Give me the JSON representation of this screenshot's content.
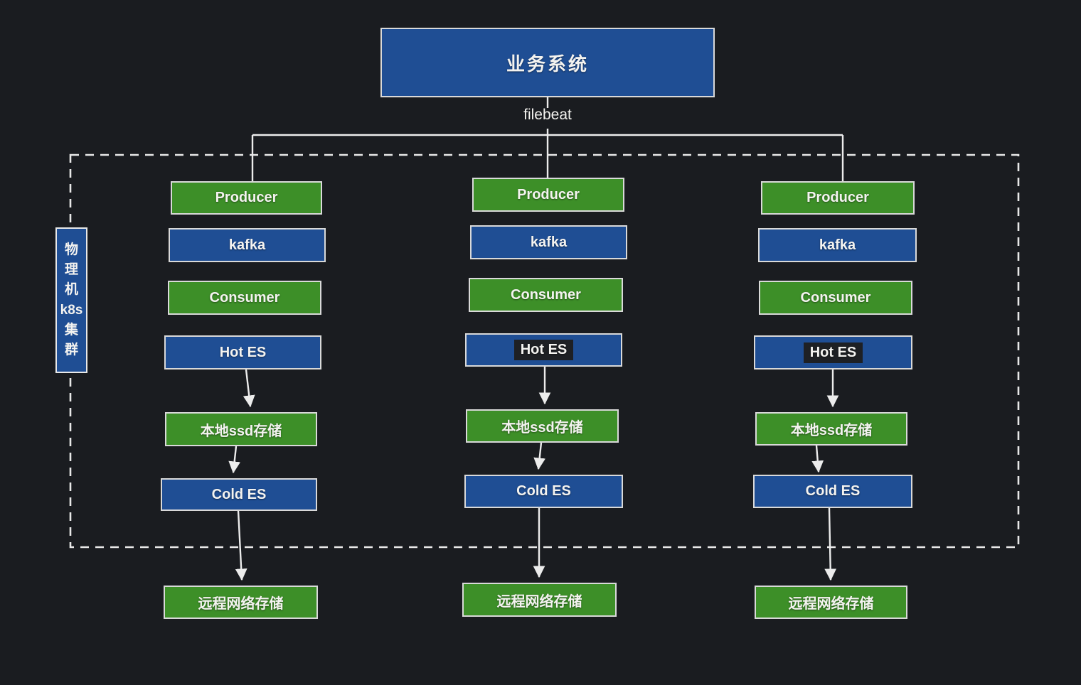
{
  "diagram": {
    "root_label": "业务系统",
    "filebeat_label": "filebeat",
    "cluster": {
      "label": "物理机k8s集群",
      "lines": [
        "物",
        "理",
        "机",
        "k8s",
        "集",
        "群"
      ]
    },
    "columns": [
      {
        "name": "left",
        "nodes": [
          {
            "label": "Producer"
          },
          {
            "label": "kafka"
          },
          {
            "label": "Consumer"
          },
          {
            "label": "Hot ES"
          },
          {
            "label": "本地ssd存储"
          },
          {
            "label": "Cold ES"
          },
          {
            "label": "远程网络存储"
          }
        ]
      },
      {
        "name": "middle",
        "nodes": [
          {
            "label": "Producer"
          },
          {
            "label": "kafka"
          },
          {
            "label": "Consumer"
          },
          {
            "label": "Hot ES"
          },
          {
            "label": "本地ssd存储"
          },
          {
            "label": "Cold ES"
          },
          {
            "label": "远程网络存储"
          }
        ]
      },
      {
        "name": "right",
        "nodes": [
          {
            "label": "Producer"
          },
          {
            "label": "kafka"
          },
          {
            "label": "Consumer"
          },
          {
            "label": "Hot ES"
          },
          {
            "label": "本地ssd存储"
          },
          {
            "label": "Cold ES"
          },
          {
            "label": "远程网络存储"
          }
        ]
      }
    ],
    "colors": {
      "background": "#1a1c20",
      "node_blue": "#1f4e94",
      "node_green": "#3d8f28",
      "node_border": "#d9d9d9",
      "connector": "#ececec",
      "text": "#f4f3f0"
    }
  }
}
